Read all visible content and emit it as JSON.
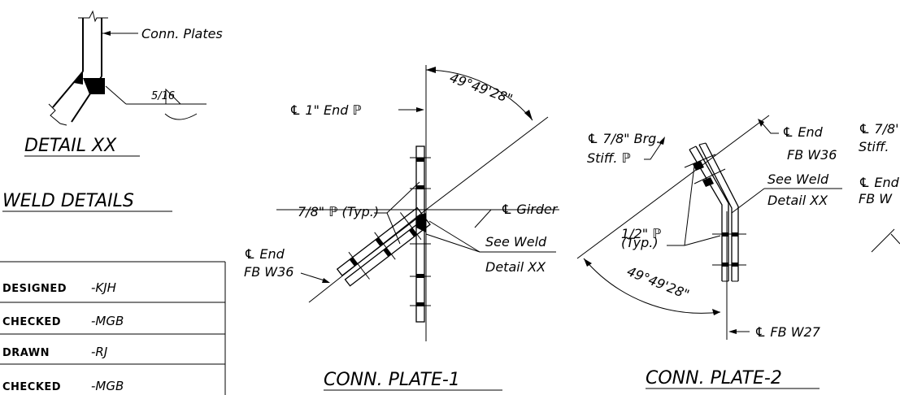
{
  "detail_xx": {
    "conn_plates_label": "Conn. Plates",
    "weld_size_label": "5/16",
    "title1": "DETAIL XX",
    "title2": "WELD DETAILS"
  },
  "conn_plate_1": {
    "angle_label": "49°49'28\"",
    "end_plate_label": "℄ 1\" End ℙ",
    "typ_plate_label": "7/8\" ℙ (Typ.)",
    "girder_label": "℄ Girder",
    "end_fb_label_1": "℄ End",
    "end_fb_label_2": "FB W36",
    "see_weld_1": "See Weld",
    "see_weld_2": "Detail XX",
    "title": "CONN. PLATE-1"
  },
  "conn_plate_2": {
    "brg_stiff_1": "℄ 7/8\" Brg.",
    "brg_stiff_2": "Stiff. ℙ",
    "end_fb_1": "℄ End",
    "end_fb_2": "FB W36",
    "see_weld_1": "See Weld",
    "see_weld_2": "Detail XX",
    "half_plate_1": "1/2\" ℙ",
    "half_plate_2": "(Typ.)",
    "angle_label": "49°49'28\"",
    "fb_w27_label": "℄ FB W27",
    "title": "CONN. PLATE-2"
  },
  "conn_plate_3_partial": {
    "label_1": "℄ 7/8'",
    "label_2": "Stiff.",
    "label_3": "℄ End",
    "label_4": "FB W"
  },
  "title_block": {
    "rows": [
      {
        "role": "DESIGNED",
        "initials": "-KJH"
      },
      {
        "role": "CHECKED",
        "initials": "-MGB"
      },
      {
        "role": "DRAWN",
        "initials": "-RJ"
      },
      {
        "role": "CHECKED",
        "initials": "-MGB"
      }
    ]
  }
}
